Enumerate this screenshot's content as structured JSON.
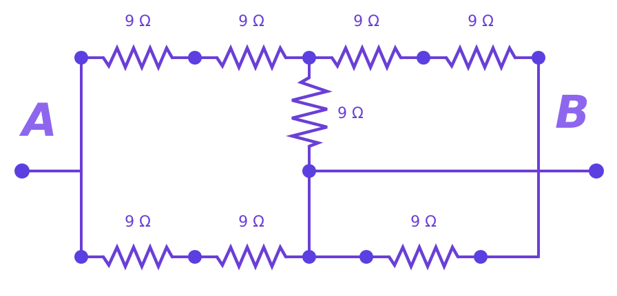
{
  "terminals": {
    "a": "A",
    "b": "B"
  },
  "resistors": {
    "r1": "9 Ω",
    "r2": "9 Ω",
    "r3": "9 Ω",
    "r4": "9 Ω",
    "r5": "9 Ω",
    "r6": "9 Ω",
    "r7": "9 Ω",
    "r8": "9 Ω"
  },
  "colors": {
    "wire": "#6a3fd6",
    "node": "#5c3fe0",
    "terminal_label": "#8e66ee"
  }
}
